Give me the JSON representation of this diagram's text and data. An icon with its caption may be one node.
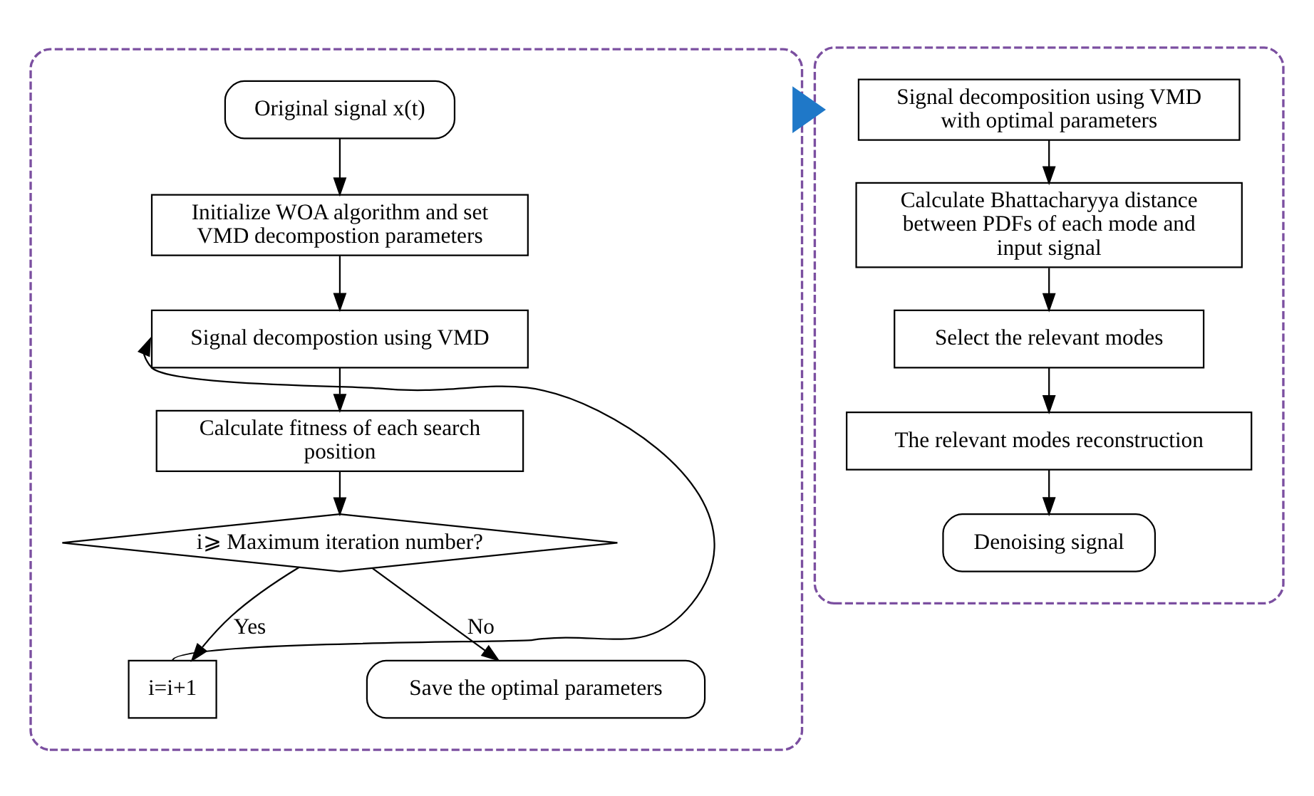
{
  "diagram": {
    "nodes": [
      {
        "text": [],
        "shape": "box"
      },
      {
        "text": [
          "Original signal x(t)"
        ],
        "in": 0
      },
      {
        "text": [
          "Initialize WOA algorithm and set VMD decompostion parameters"
        ],
        "in": 0
      },
      {
        "text": [
          "Signal decompostion using VMD"
        ],
        "in": 0
      },
      {
        "text": [
          "Calculate fitness of each search position"
        ],
        "in": 0
      },
      {
        "text": [
          "i⩾ Maximum iteration number?"
        ],
        "in": 0
      },
      {
        "text": [
          "i=i+1"
        ],
        "in": 0
      },
      {
        "text": [
          "Save the optimal parameters"
        ],
        "in": 0
      },
      {
        "text": [],
        "shape": "box"
      },
      {
        "text": [
          "Signal decomposition using VMD with optimal parameters"
        ],
        "in": 8
      },
      {
        "text": [
          "Calculate Bhattacharyya distance between PDFs of each mode and input signal"
        ],
        "in": 8
      },
      {
        "text": [
          "Select the relevant modes"
        ],
        "in": 8
      },
      {
        "text": [
          "The relevant modes reconstruction"
        ],
        "in": 8
      },
      {
        "text": [
          "Denoising signal"
        ],
        "in": 8
      }
    ],
    "edges": [
      {
        "from": 1,
        "to": 2,
        "arrow": "to"
      },
      {
        "from": 2,
        "to": 3,
        "arrow": "to"
      },
      {
        "from": 3,
        "to": 4,
        "arrow": "to"
      },
      {
        "from": 4,
        "to": 5,
        "arrow": "to"
      },
      {
        "from": 5,
        "to": 6,
        "arrow": "to",
        "label": "Yes"
      },
      {
        "from": 6,
        "to": 3,
        "arrow": "to"
      },
      {
        "from": 5,
        "to": 7,
        "arrow": "to",
        "label": "No"
      },
      {
        "from": 0,
        "to": 8,
        "arrow": "to",
        "style": "thick",
        "color": "#1f78c8"
      },
      {
        "from": 9,
        "to": 10,
        "arrow": "to"
      },
      {
        "from": 10,
        "to": 11,
        "arrow": "to"
      },
      {
        "from": 11,
        "to": 12,
        "arrow": "to"
      },
      {
        "from": 12,
        "to": 13,
        "arrow": "to"
      }
    ]
  }
}
